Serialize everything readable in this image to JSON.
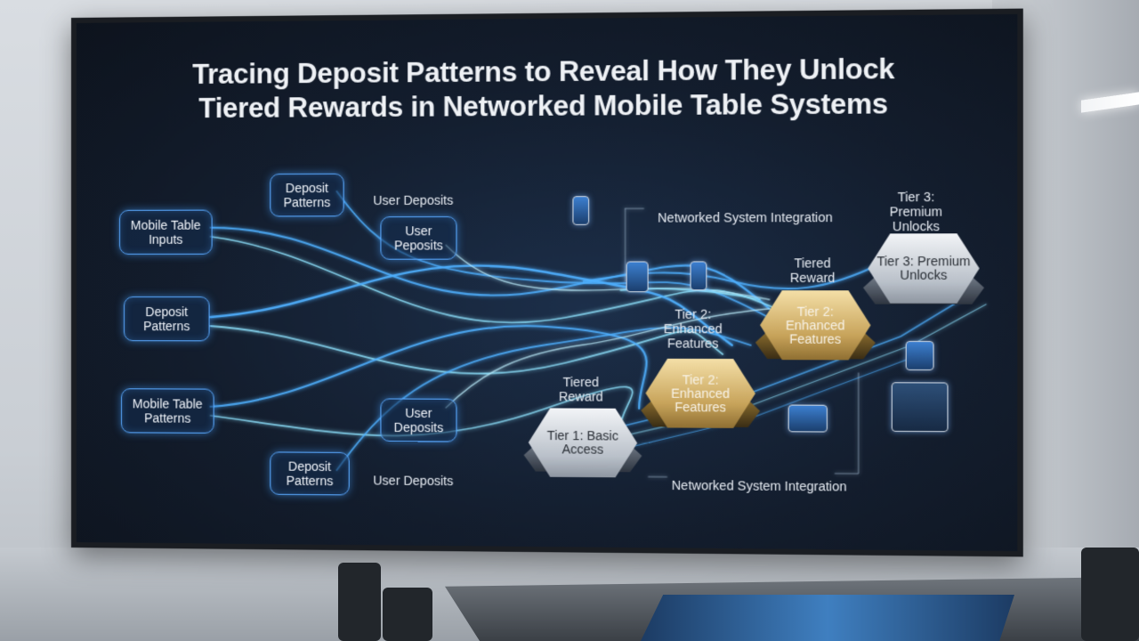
{
  "title": {
    "line1": "Tracing Deposit Patterns to Reveal How They Unlock",
    "line2": "Tiered Rewards in Networked Mobile Table Systems"
  },
  "inputs": {
    "mobile_table_inputs": "Mobile Table Inputs",
    "deposit_patterns_top": "Deposit Patterns",
    "deposit_patterns_mid": "Deposit Patterns",
    "mobile_table_patterns": "Mobile Table Patterns",
    "deposit_patterns_bottom": "Deposit Patterns",
    "user_peposits": "User Peposits",
    "user_deposits_mid": "User Deposits"
  },
  "labels": {
    "user_deposits_top": "User Deposits",
    "user_deposits_bottom": "User Deposits",
    "networked_top": "Networked System Integration",
    "networked_bottom": "Networked System Integration",
    "tiered_reward_left": "Tiered Reward",
    "tiered_reward_mid": "Tiered Reward",
    "tier2_floating": "Tier 2: Enhanced Features",
    "tier3_floating": "Tier 3: Premium Unlocks"
  },
  "tiers": {
    "tier1": "Tier 1: Basic Access",
    "tier2_lower": "Tier 2: Enhanced Features",
    "tier2_upper": "Tier 2: Enhanced Features",
    "tier3": "Tier 3: Premium Unlocks"
  },
  "colors": {
    "flow_blue": "#4fb0ff",
    "flow_cyan": "#8fe3ff",
    "node_border": "#5aa9ff",
    "gold": "#c7a35a",
    "silver": "#c4cad2"
  }
}
